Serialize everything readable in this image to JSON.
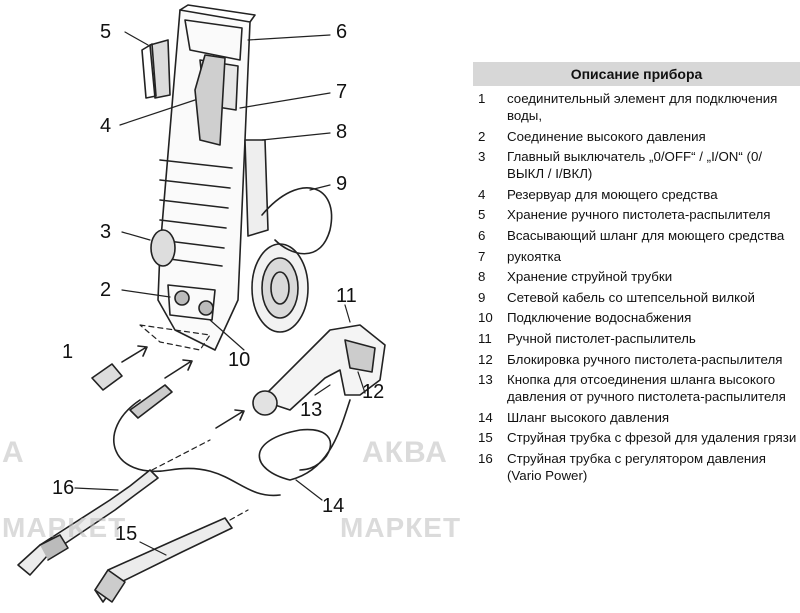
{
  "panel": {
    "title": "Описание прибора",
    "items": [
      {
        "num": "1",
        "text": "соединительный элемент для подключения воды,"
      },
      {
        "num": "2",
        "text": "Соединение высокого давления"
      },
      {
        "num": "3",
        "text": "Главный выключатель „0/OFF“ / „I/ON“ (0/ ВЫКЛ / I/ВКЛ)"
      },
      {
        "num": "4",
        "text": "Резервуар для моющего средства"
      },
      {
        "num": "5",
        "text": "Хранение ручного пистолета-распылителя"
      },
      {
        "num": "6",
        "text": "Всасывающий шланг для моющего средства"
      },
      {
        "num": "7",
        "text": "рукоятка"
      },
      {
        "num": "8",
        "text": "Хранение струйной трубки"
      },
      {
        "num": "9",
        "text": "Сетевой кабель со штепсельной вилкой"
      },
      {
        "num": "10",
        "text": "Подключение водоснабжения"
      },
      {
        "num": "11",
        "text": "Ручной пистолет-распылитель"
      },
      {
        "num": "12",
        "text": "Блокировка ручного пистолета-распылителя"
      },
      {
        "num": "13",
        "text": "Кнопка для отсоединения шланга высокого давления от ручного пистолета-распылителя"
      },
      {
        "num": "14",
        "text": "Шланг высокого давления"
      },
      {
        "num": "15",
        "text": "Струйная трубка с фрезой для удаления грязи"
      },
      {
        "num": "16",
        "text": "Струйная трубка с регулятором давления (Vario Power)"
      }
    ]
  },
  "callouts": [
    "1",
    "2",
    "3",
    "4",
    "5",
    "6",
    "7",
    "8",
    "9",
    "10",
    "11",
    "12",
    "13",
    "14",
    "15",
    "16"
  ],
  "watermark": {
    "left": "A",
    "mid": "АКВА",
    "bottom_left": "MAPKET",
    "bottom_mid": "МАРКЕТ"
  }
}
